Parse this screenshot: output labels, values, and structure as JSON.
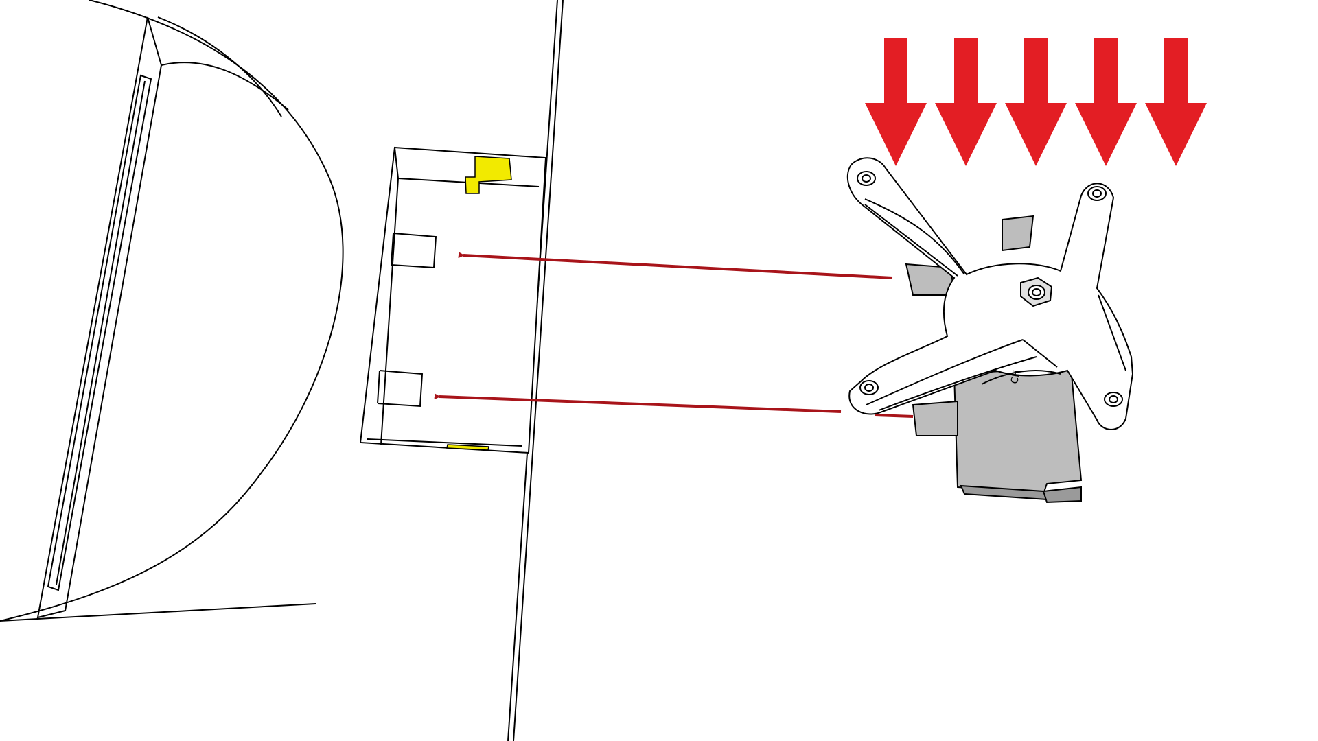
{
  "diagram": {
    "colors": {
      "background": "#ffffff",
      "line": "#000000",
      "press_arrow": "#e31e24",
      "guide_arrow": "#a8141a",
      "latch": "#f2ea00",
      "bracket": "#bdbdbd",
      "plate": "#ffffff"
    },
    "press_arrow_count": 5,
    "guide_arrow_count": 2,
    "plate_marking": "CH",
    "parts": [
      "monitor-stand-base",
      "monitor-back-panel",
      "mount-recess",
      "latch-clip",
      "vesa-cross-plate",
      "mount-bracket"
    ]
  }
}
